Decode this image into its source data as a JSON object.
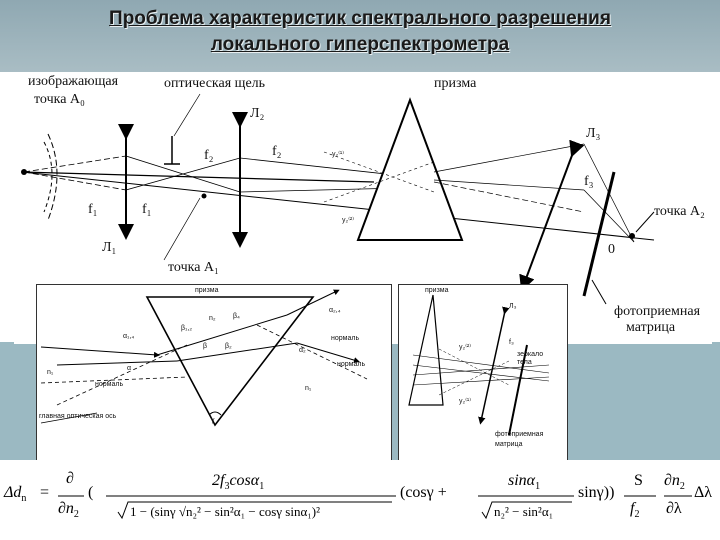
{
  "title": {
    "line1": "Проблема характеристик спектрального разрешения",
    "line2": "локального гиперспектрометра"
  },
  "main": {
    "imaging_point": "изображающая",
    "imaging_point2": "точка A₀",
    "slit": "оптическая щель",
    "lens2": "Л₂",
    "prism": "призма",
    "lens3": "Л₃",
    "f2a": "f₂",
    "f2b": "f₂",
    "f3": "f₃",
    "f1a": "f₁",
    "f1b": "f₁",
    "lens1": "Л₁",
    "point_a1": "точка A₁",
    "point_a2": "точка A₂",
    "zero": "0",
    "detector1": "фотоприемная",
    "detector2": "матрица",
    "y2a": "y₂⁽¹⁾",
    "y2b": "y₂⁽²⁾"
  },
  "inset_left": {
    "prism": "призма",
    "n2": "n₂",
    "beta4": "β₄",
    "alpha24": "α₂,₄",
    "beta12": "β₁,₂",
    "alpha1": "α₁,₄",
    "beta": "β",
    "beta2": "β₂",
    "alpha2": "α₂",
    "normal_right": "нормаль",
    "normal_right2": "нормаль",
    "n1_left": "n₁",
    "alpha": "α",
    "normal_left": "нормаль",
    "n1_right": "n₁",
    "axis": "главная оптическая ось",
    "gamma": "γ"
  },
  "inset_right": {
    "prism": "призма",
    "lens": "Л₃",
    "f": "f₃",
    "y1": "y₂⁽²⁾",
    "y2": "y₂⁽¹⁾",
    "mirror1": "зеркало",
    "mirror2": "тела",
    "det1": "фотоприемная",
    "det2": "матрица"
  },
  "formula": {
    "lhs": "Δd",
    "lhs_sub": "n",
    "eq": "=",
    "partial": "∂",
    "dn2": "∂n",
    "dn2_sub": "2",
    "open": "(",
    "num1": "2f",
    "num1_sub": "3",
    "num1_rest": "cosα",
    "num1_sub2": "1",
    "den1": "1 − (sinγ √n₂² − sin²α₁ − cosγ sinα₁)²",
    "cos_gamma": "(cosγ +",
    "num2": "sinα",
    "num2_sub": "1",
    "den2": "n₂² − sin²α₁",
    "sin_gamma": "sinγ))",
    "num3": "S",
    "den3": "f",
    "den3_sub": "2",
    "num4": "∂n",
    "num4_sub": "2",
    "den4": "∂λ",
    "tail": "Δλ"
  }
}
